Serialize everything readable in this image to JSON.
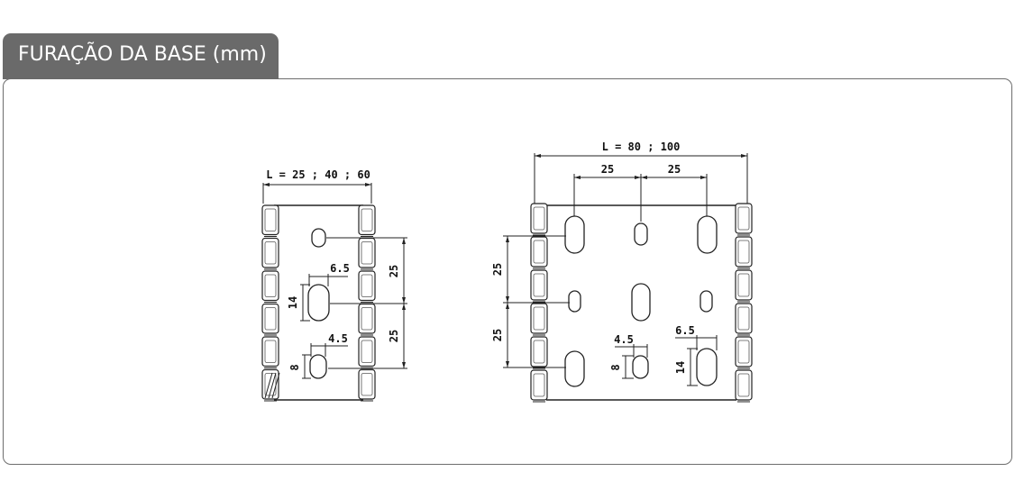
{
  "header": {
    "title": "FURAÇÃO DA BASE (mm)"
  },
  "drawings": {
    "small": {
      "width_label": "L = 25 ; 40 ; 60",
      "spacing_top": "25",
      "spacing_bottom": "25",
      "large_slot_width": "6.5",
      "large_slot_height": "14",
      "small_slot_width": "4.5",
      "small_slot_height": "8"
    },
    "large": {
      "width_label": "L = 80 ; 100",
      "spacing_left_h": "25",
      "spacing_right_h": "25",
      "spacing_top_v": "25",
      "spacing_bottom_v": "25",
      "small_slot_width": "4.5",
      "small_slot_height": "8",
      "large_slot_width": "6.5",
      "large_slot_height": "14"
    }
  },
  "colors": {
    "tab_bg": "#6a6a6a",
    "border": "#6d6d6d",
    "line": "#222222"
  }
}
